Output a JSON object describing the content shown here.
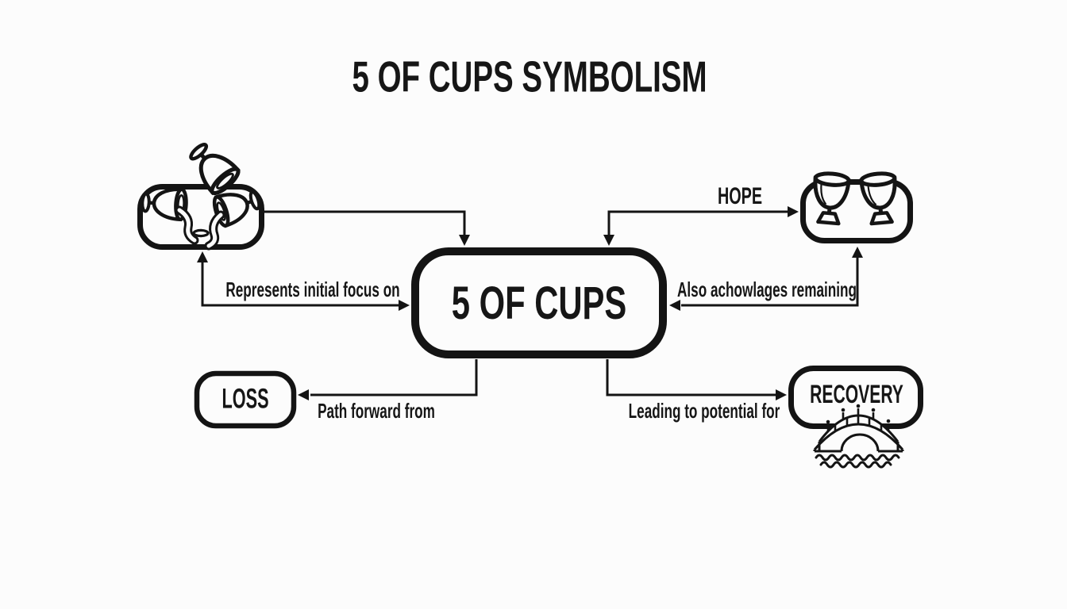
{
  "title": "5 OF CUPS SYMBOLISM",
  "colors": {
    "ink": "#141414",
    "background": "#fcfcfc"
  },
  "nodes": {
    "center": {
      "label": "5 OF CUPS"
    },
    "spilled_cups": {
      "icon": "spilled-cups"
    },
    "standing_cups": {
      "icon": "two-standing-cups"
    },
    "loss": {
      "label": "LOSS"
    },
    "recovery": {
      "label": "RECOVERY",
      "icon": "bridge-over-water"
    }
  },
  "edges": {
    "spilled_to_center": {
      "label": "",
      "from": "spilled-cups",
      "to": "5 OF CUPS"
    },
    "initial_focus": {
      "label": "Represents initial focus on",
      "from": "5 OF CUPS",
      "to": "spilled-cups"
    },
    "hope": {
      "label": "HOPE",
      "from": "5 OF CUPS",
      "to": "two-standing-cups"
    },
    "acknowledges": {
      "label": "Also achowlages remaining",
      "from": "5 OF CUPS",
      "to": "two-standing-cups"
    },
    "path_forward": {
      "label": "Path forward from",
      "from": "5 OF CUPS",
      "to": "LOSS"
    },
    "leading_to": {
      "label": "Leading to potential for",
      "from": "5 OF CUPS",
      "to": "RECOVERY"
    }
  }
}
